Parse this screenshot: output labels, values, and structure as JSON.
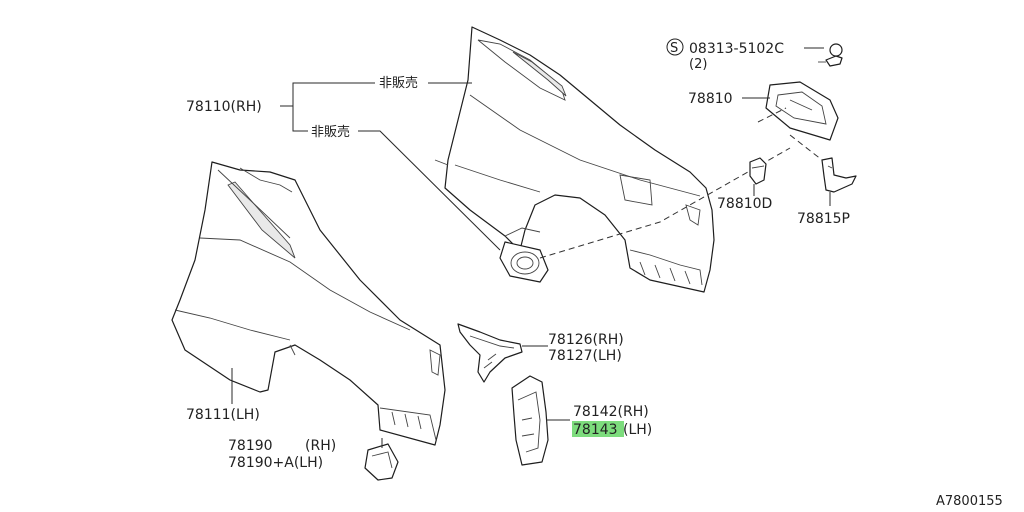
{
  "labels": {
    "rh_fender": "78110(RH)",
    "not_sold_1": "非販売",
    "not_sold_2": "非販売",
    "lh_fender": "78111(LH)",
    "bolt_code": "08313-5102C",
    "bolt_qty": "(2)",
    "bolt_symbol": "S",
    "lid_base": "78810",
    "clip": "78810D",
    "bracket": "78815P",
    "ext_rh": "78126(RH)",
    "ext_lh": "78127(LH)",
    "rein_rh": "78142(RH)",
    "rein_lh_num": "78143",
    "rein_lh_side": "(LH)",
    "patch_rh_num": "78190",
    "patch_rh_side": "(RH)",
    "patch_lh": "78190+A(LH)",
    "diagram_id": "A7800155"
  },
  "colors": {
    "highlight": "#7ddc7d",
    "line": "#2a2a2a"
  }
}
